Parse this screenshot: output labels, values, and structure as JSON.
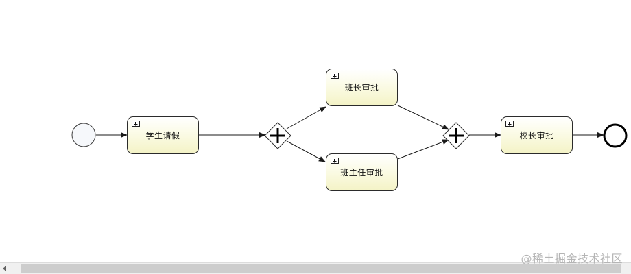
{
  "diagram": {
    "tasks": [
      {
        "id": "apply",
        "label": "学生请假"
      },
      {
        "id": "monitor",
        "label": "班长审批"
      },
      {
        "id": "head_teacher",
        "label": "班主任审批"
      },
      {
        "id": "principal",
        "label": "校长审批"
      }
    ],
    "gateways": [
      {
        "id": "fork",
        "type": "parallel"
      },
      {
        "id": "join",
        "type": "parallel"
      }
    ],
    "flows": [
      [
        "start",
        "apply"
      ],
      [
        "apply",
        "fork"
      ],
      [
        "fork",
        "monitor"
      ],
      [
        "fork",
        "head_teacher"
      ],
      [
        "monitor",
        "join"
      ],
      [
        "head_teacher",
        "join"
      ],
      [
        "join",
        "principal"
      ],
      [
        "principal",
        "end"
      ]
    ]
  },
  "watermark": "@稀土掘金技术社区",
  "colors": {
    "task_fill_top": "#ffffff",
    "task_fill_bottom": "#f4f3c6",
    "stroke": "#2b2b2b",
    "start_fill": "#f6f8fb"
  }
}
